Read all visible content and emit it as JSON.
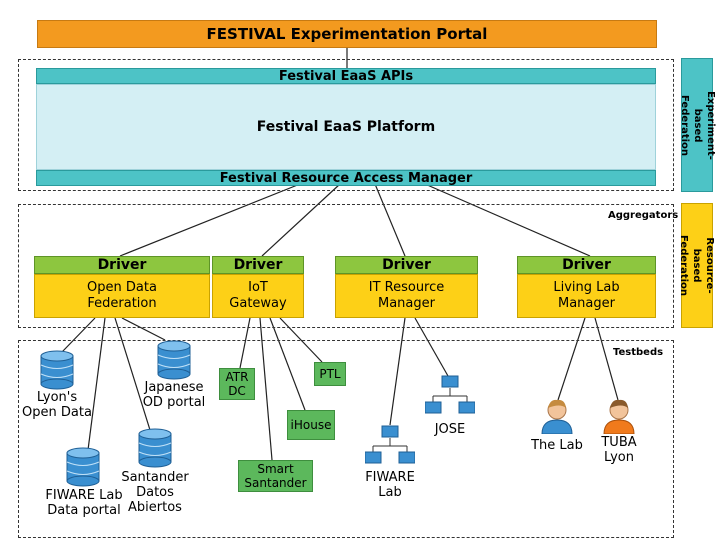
{
  "portal": {
    "title": "FESTIVAL Experimentation Portal"
  },
  "platform": {
    "apis": "Festival EaaS APIs",
    "core": "Festival EaaS Platform",
    "ram": "Festival Resource Access Manager"
  },
  "sidebars": {
    "experiment": "Experiment-based Federation",
    "resource": "Resource-based Federation"
  },
  "sections": {
    "aggregators": "Aggregators",
    "testbeds": "Testbeds"
  },
  "drivers": [
    {
      "head": "Driver",
      "body": "Open Data Federation"
    },
    {
      "head": "Driver",
      "body": "IoT Gateway"
    },
    {
      "head": "Driver",
      "body": "IT Resource Manager"
    },
    {
      "head": "Driver",
      "body": "Living Lab Manager"
    }
  ],
  "testbeds": {
    "lyon": "Lyon's Open Data",
    "fiware_portal": "FIWARE Lab Data portal",
    "santander_datos": "Santander Datos Abiertos",
    "japanese": "Japanese OD portal",
    "atr": "ATR DC",
    "ptl": "PTL",
    "ihouse": "iHouse",
    "smart_santander": "Smart Santander",
    "jose": "JOSE",
    "fiware_lab": "FIWARE Lab",
    "the_lab": "The Lab",
    "tuba": "TUBA Lyon"
  },
  "colors": {
    "portal": "#f39a1f",
    "teal": "#4dc3c6",
    "platform": "#d4eff4",
    "driver_head": "#8dc63f",
    "driver_body": "#fdd017",
    "gateway_node": "#5cb85c",
    "database": "#3a8fd0",
    "sidebar": "#fdd017"
  }
}
